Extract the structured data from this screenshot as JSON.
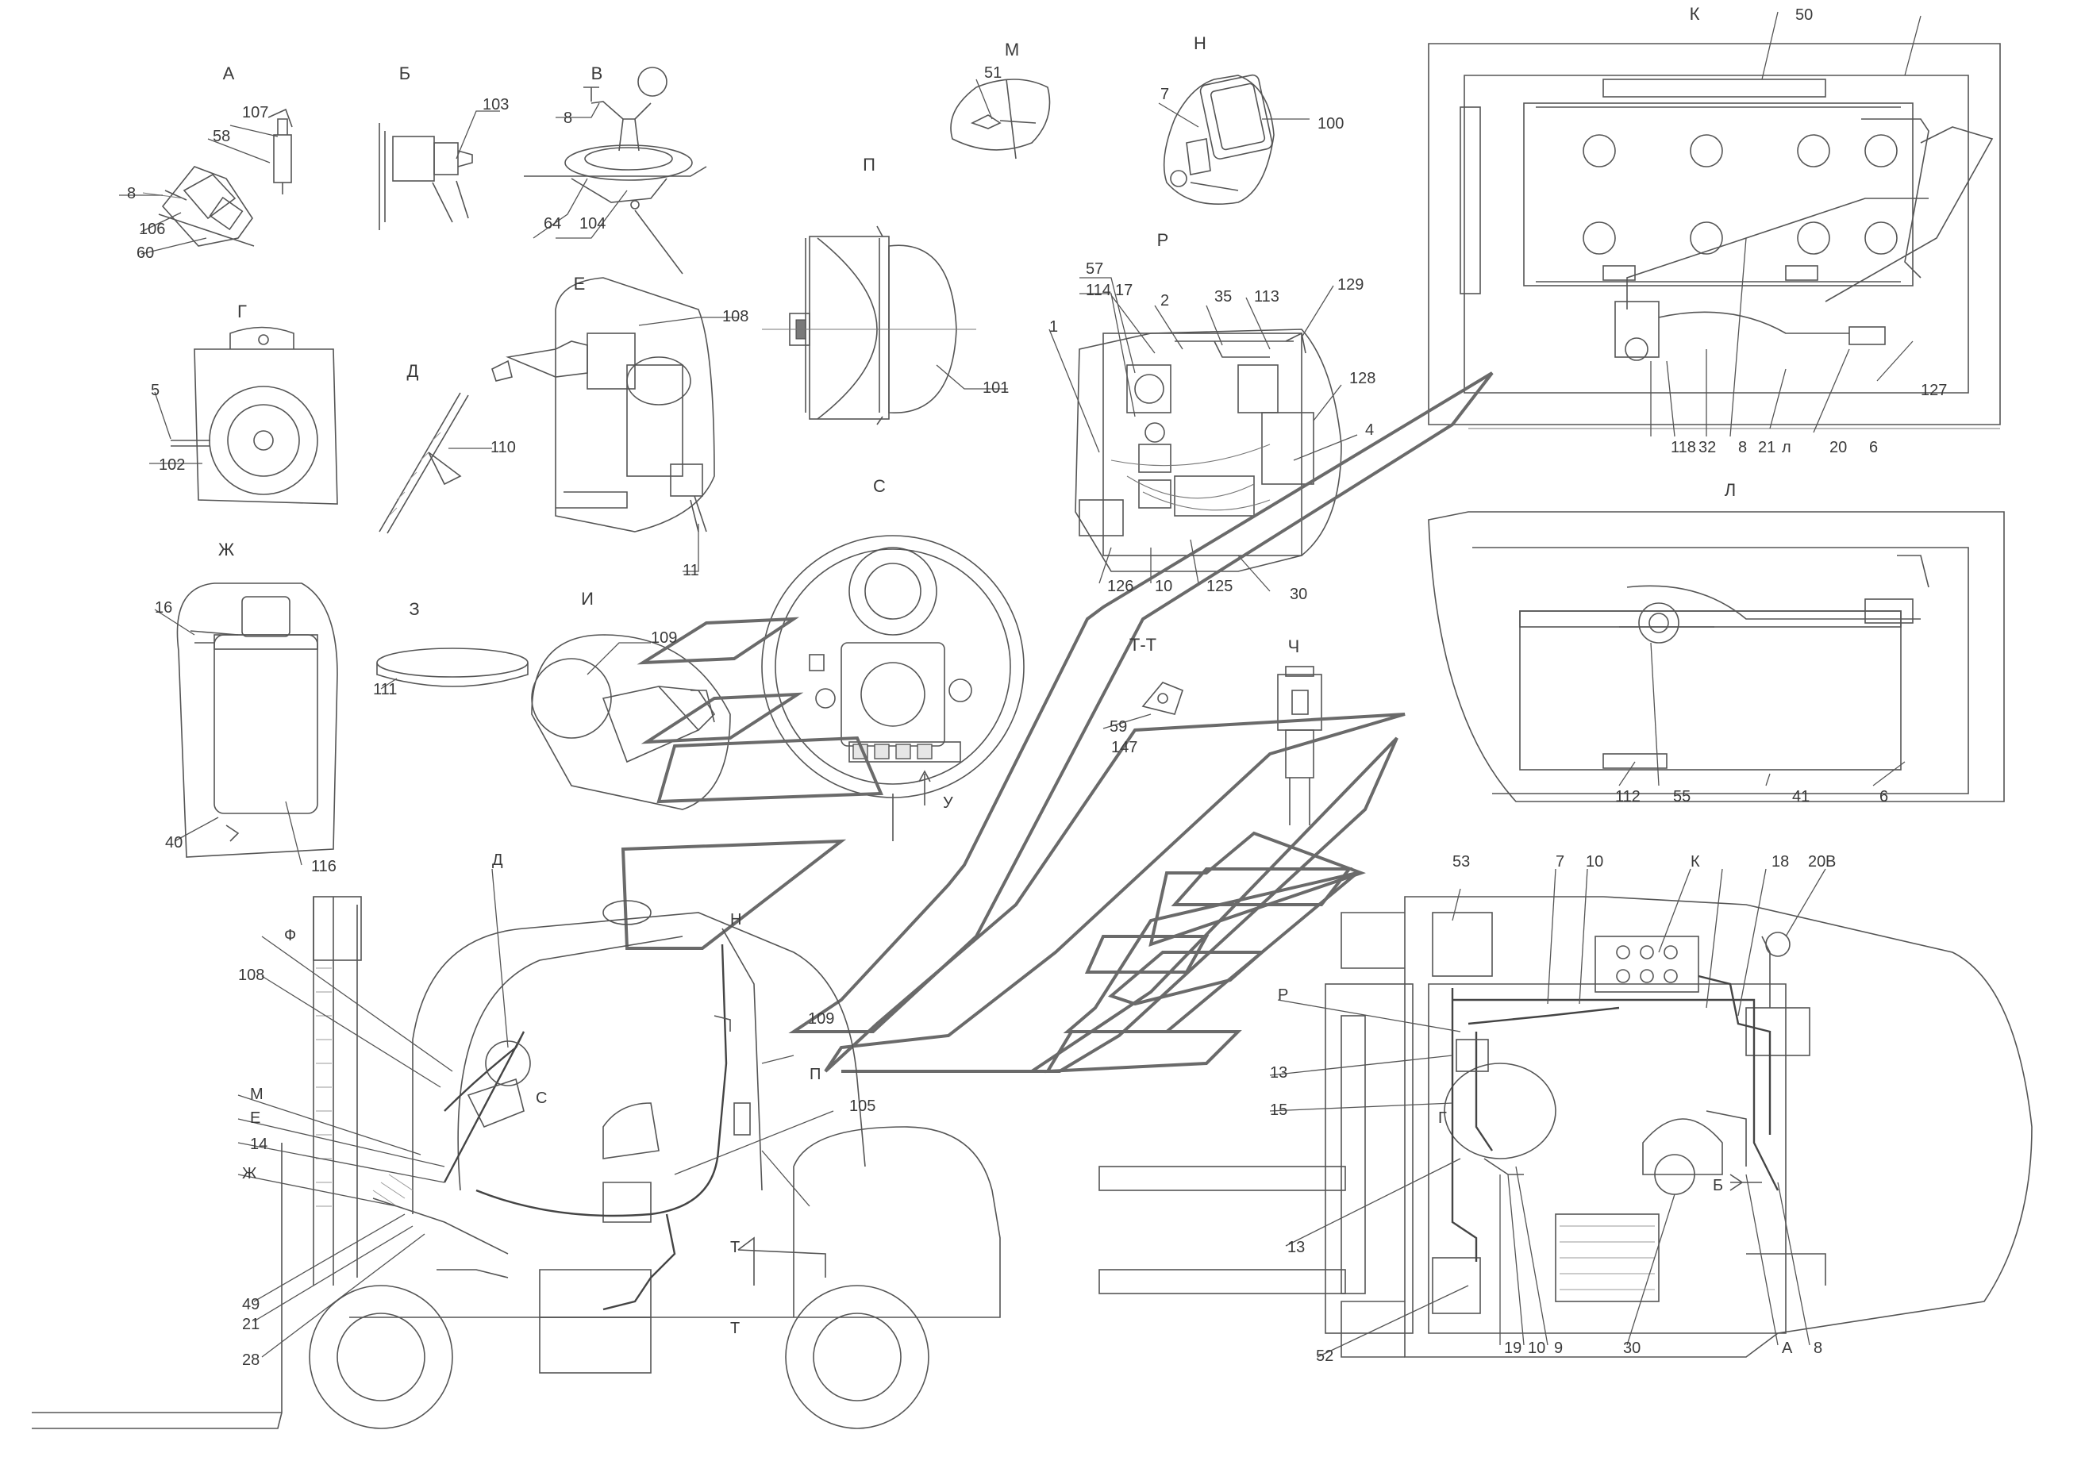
{
  "detail_titles": [
    "А",
    "Б",
    "В",
    "М",
    "Н",
    "П",
    "Р",
    "К",
    "Л",
    "Г",
    "Д",
    "Е",
    "С",
    "Т-Т",
    "Ч",
    "Ж",
    "З",
    "И"
  ],
  "callouts": {
    "detail_a": [
      "107",
      "58",
      "8",
      "106",
      "60"
    ],
    "detail_b": [
      "103"
    ],
    "detail_v": [
      "8",
      "64",
      "104"
    ],
    "detail_m": [
      "51"
    ],
    "detail_n": [
      "7",
      "100"
    ],
    "detail_p": [
      "101"
    ],
    "detail_r": [
      "57",
      "114",
      "17",
      "2",
      "35",
      "113",
      "129",
      "1",
      "128",
      "4",
      "126",
      "10",
      "125",
      "30"
    ],
    "detail_k": [
      "50",
      "118",
      "32",
      "8",
      "21",
      "л",
      "20",
      "6",
      "127"
    ],
    "detail_l": [
      "112",
      "55",
      "41",
      "6"
    ],
    "detail_g": [
      "5",
      "102"
    ],
    "detail_d": [
      "110"
    ],
    "detail_e": [
      "108",
      "11"
    ],
    "detail_s": [
      "У"
    ],
    "detail_t_t": [
      "59",
      "147"
    ],
    "detail_zh": [
      "16",
      "40",
      "116"
    ],
    "detail_z": [
      "111"
    ],
    "detail_i": [
      "109"
    ],
    "side_view": [
      "Д",
      "Н",
      "Ф",
      "108",
      "109",
      "М",
      "Е",
      "14",
      "Ж",
      "С",
      "П",
      "105",
      "Т",
      "Т",
      "49",
      "21",
      "28"
    ],
    "top_view": [
      "53",
      "7",
      "10",
      "К",
      "18",
      "20",
      "В",
      "Р",
      "13",
      "15",
      "13",
      "Г",
      "Б",
      "52",
      "19",
      "10",
      "9",
      "30",
      "А",
      "8"
    ]
  },
  "colors": {
    "line": "#555555",
    "arrow": "#6a6a6a",
    "text": "#3a3a3a"
  }
}
